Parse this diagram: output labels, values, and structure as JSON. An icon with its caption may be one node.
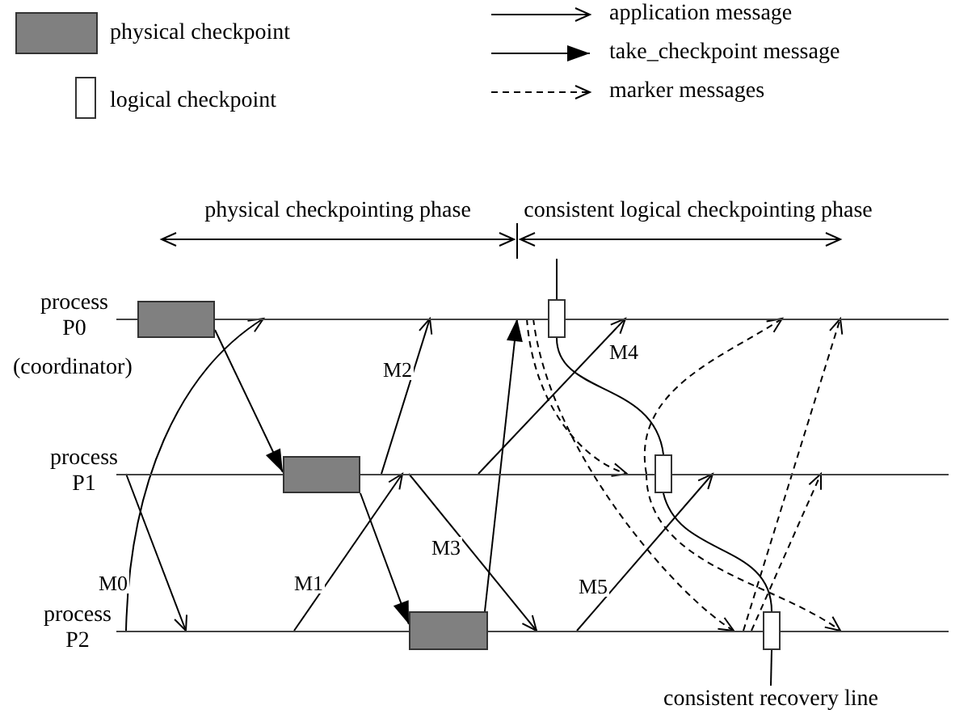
{
  "diagram": {
    "nodes": [
      {
        "text": [],
        "shape": "line",
        "beside": [
          "process P0",
          "(coordinator)"
        ]
      },
      {
        "text": [],
        "shape": "line",
        "beside": [
          "process P1"
        ]
      },
      {
        "text": [],
        "shape": "line",
        "beside": [
          "process P2"
        ]
      },
      {
        "text": [],
        "shape": "box"
      },
      {
        "text": [],
        "shape": "box"
      },
      {
        "text": [],
        "shape": "box"
      },
      {
        "text": [],
        "shape": "box"
      },
      {
        "text": [],
        "shape": "box"
      },
      {
        "text": [],
        "shape": "box"
      },
      {
        "text": [
          "consistent recovery line"
        ]
      }
    ],
    "edges": [
      {
        "from": 2,
        "to": 0,
        "arrow": "to",
        "label": "M0"
      },
      {
        "from": 1,
        "to": 2,
        "arrow": "to"
      },
      {
        "from": 3,
        "to": 4,
        "arrow": "to"
      },
      {
        "from": 1,
        "to": 0,
        "arrow": "to",
        "label": "M2"
      },
      {
        "from": 2,
        "to": 1,
        "arrow": "to",
        "label": "M1"
      },
      {
        "from": 4,
        "to": 5,
        "arrow": "to"
      },
      {
        "from": 1,
        "to": 2,
        "arrow": "to",
        "label": "M3"
      },
      {
        "from": 5,
        "to": 0,
        "arrow": "to"
      },
      {
        "from": 1,
        "to": 0,
        "arrow": "to",
        "label": "M4"
      },
      {
        "from": 2,
        "to": 1,
        "arrow": "to",
        "label": "M5"
      },
      {
        "from": 0,
        "to": 1,
        "arrow": "to",
        "style": "dashed"
      },
      {
        "from": 0,
        "to": 2,
        "arrow": "to",
        "style": "dashed"
      },
      {
        "from": 1,
        "to": 0,
        "arrow": "to",
        "style": "dashed"
      },
      {
        "from": 1,
        "to": 2,
        "arrow": "to",
        "style": "dashed"
      },
      {
        "from": 2,
        "to": 0,
        "arrow": "to",
        "style": "dashed"
      },
      {
        "from": 2,
        "to": 1,
        "arrow": "to",
        "style": "dashed"
      },
      {
        "from": null,
        "to": 6,
        "arrow": "none"
      },
      {
        "from": 6,
        "to": 7,
        "arrow": "none"
      },
      {
        "from": 7,
        "to": 8,
        "arrow": "none"
      },
      {
        "from": 8,
        "to": 9,
        "arrow": "none"
      }
    ],
    "labels": [
      "physical checkpointing phase",
      "consistent logical checkpointing phase"
    ],
    "legend": [
      {
        "text": "physical checkpoint",
        "color": "#808080"
      },
      {
        "text": "logical checkpoint"
      },
      {
        "text": "application message"
      },
      {
        "text": "take_checkpoint message"
      },
      {
        "text": "marker messages"
      }
    ]
  }
}
